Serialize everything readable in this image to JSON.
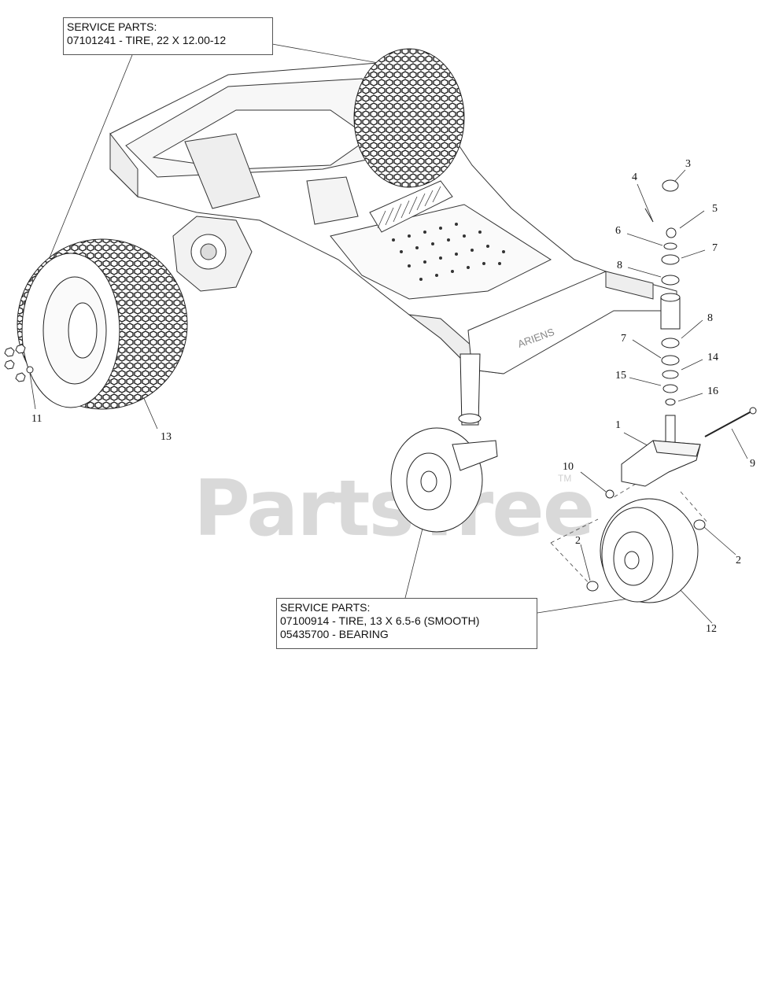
{
  "watermark": {
    "text": "PartsTree",
    "tm": "TM"
  },
  "callouts": {
    "rear_tire": {
      "line1": "SERVICE PARTS:",
      "line2": "07101241 - TIRE, 22 X 12.00-12"
    },
    "front_tire": {
      "line1": "SERVICE PARTS:",
      "line2": "07100914 - TIRE, 13 X 6.5-6 (SMOOTH)",
      "line3": "05435700 - BEARING"
    }
  },
  "mower_brand": "ARIENS",
  "part_numbers": {
    "n1": "1",
    "n2a": "2",
    "n2b": "2",
    "n3": "3",
    "n4": "4",
    "n5": "5",
    "n6": "6",
    "n7a": "7",
    "n7b": "7",
    "n8a": "8",
    "n8b": "8",
    "n9": "9",
    "n10": "10",
    "n11": "11",
    "n12": "12",
    "n13": "13",
    "n14": "14",
    "n15": "15",
    "n16": "16"
  }
}
